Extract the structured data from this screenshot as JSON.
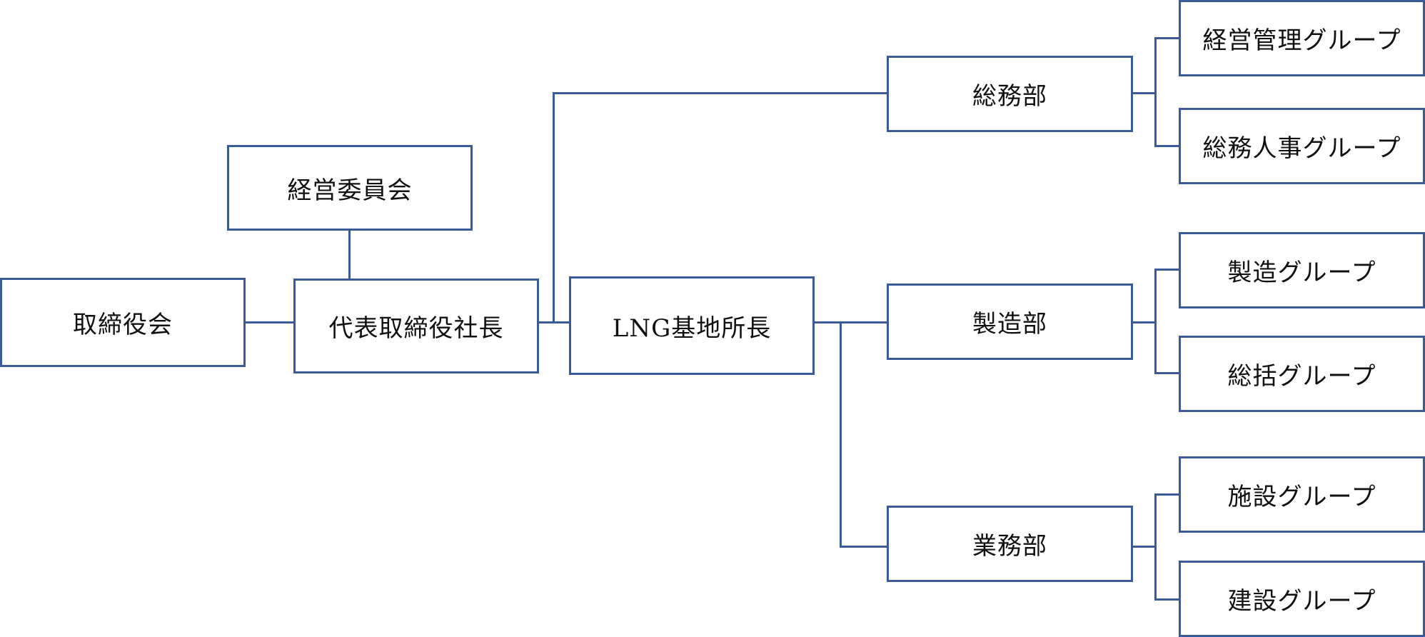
{
  "diagram": {
    "type": "organization-chart",
    "line_color": "#3b5a9a",
    "nodes": {
      "board": "取締役会",
      "management_committee": "経営委員会",
      "president": "代表取締役社長",
      "lng_base_director": "LNG基地所長",
      "general_affairs_dept": "総務部",
      "manufacturing_dept": "製造部",
      "operations_dept": "業務部",
      "management_admin_group": "経営管理グループ",
      "general_affairs_hr_group": "総務人事グループ",
      "manufacturing_group": "製造グループ",
      "general_group": "総括グループ",
      "facilities_group": "施設グループ",
      "construction_group": "建設グループ"
    }
  }
}
